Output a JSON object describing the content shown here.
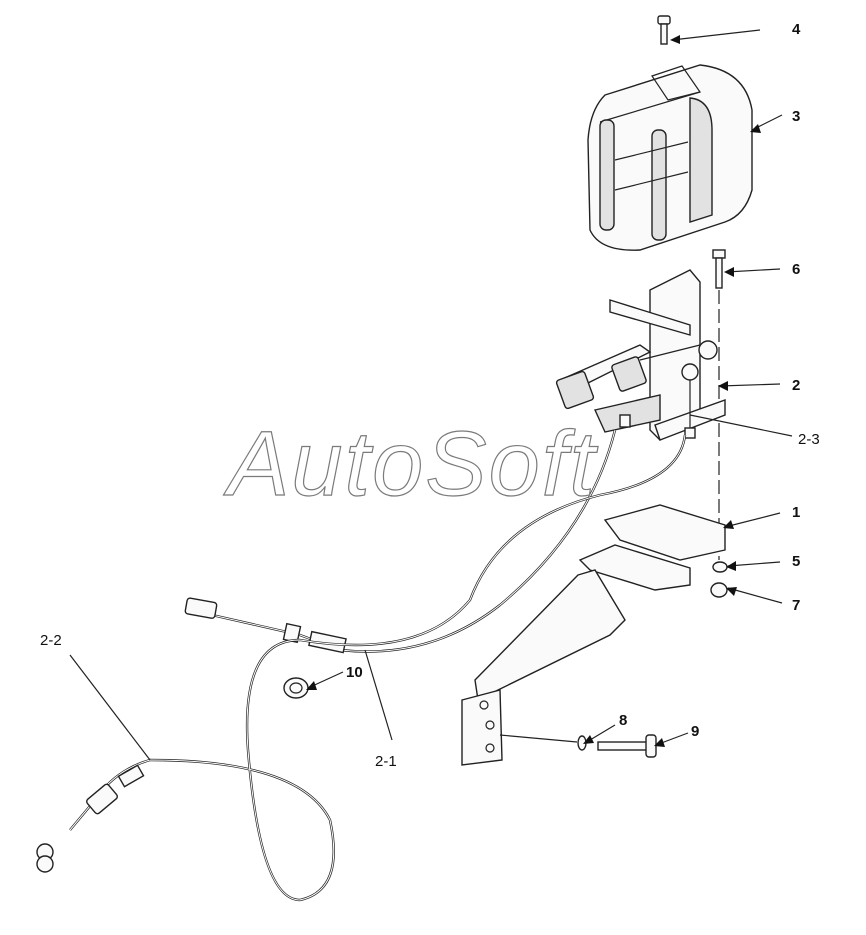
{
  "watermark": "AutoSoft",
  "callouts": [
    {
      "id": "4",
      "label": "4"
    },
    {
      "id": "3",
      "label": "3"
    },
    {
      "id": "6",
      "label": "6"
    },
    {
      "id": "2",
      "label": "2"
    },
    {
      "id": "2-3",
      "label": "2-3"
    },
    {
      "id": "1",
      "label": "1"
    },
    {
      "id": "5",
      "label": "5"
    },
    {
      "id": "7",
      "label": "7"
    },
    {
      "id": "10",
      "label": "10"
    },
    {
      "id": "8",
      "label": "8"
    },
    {
      "id": "9",
      "label": "9"
    },
    {
      "id": "2-1",
      "label": "2-1"
    },
    {
      "id": "2-2",
      "label": "2-2"
    }
  ]
}
